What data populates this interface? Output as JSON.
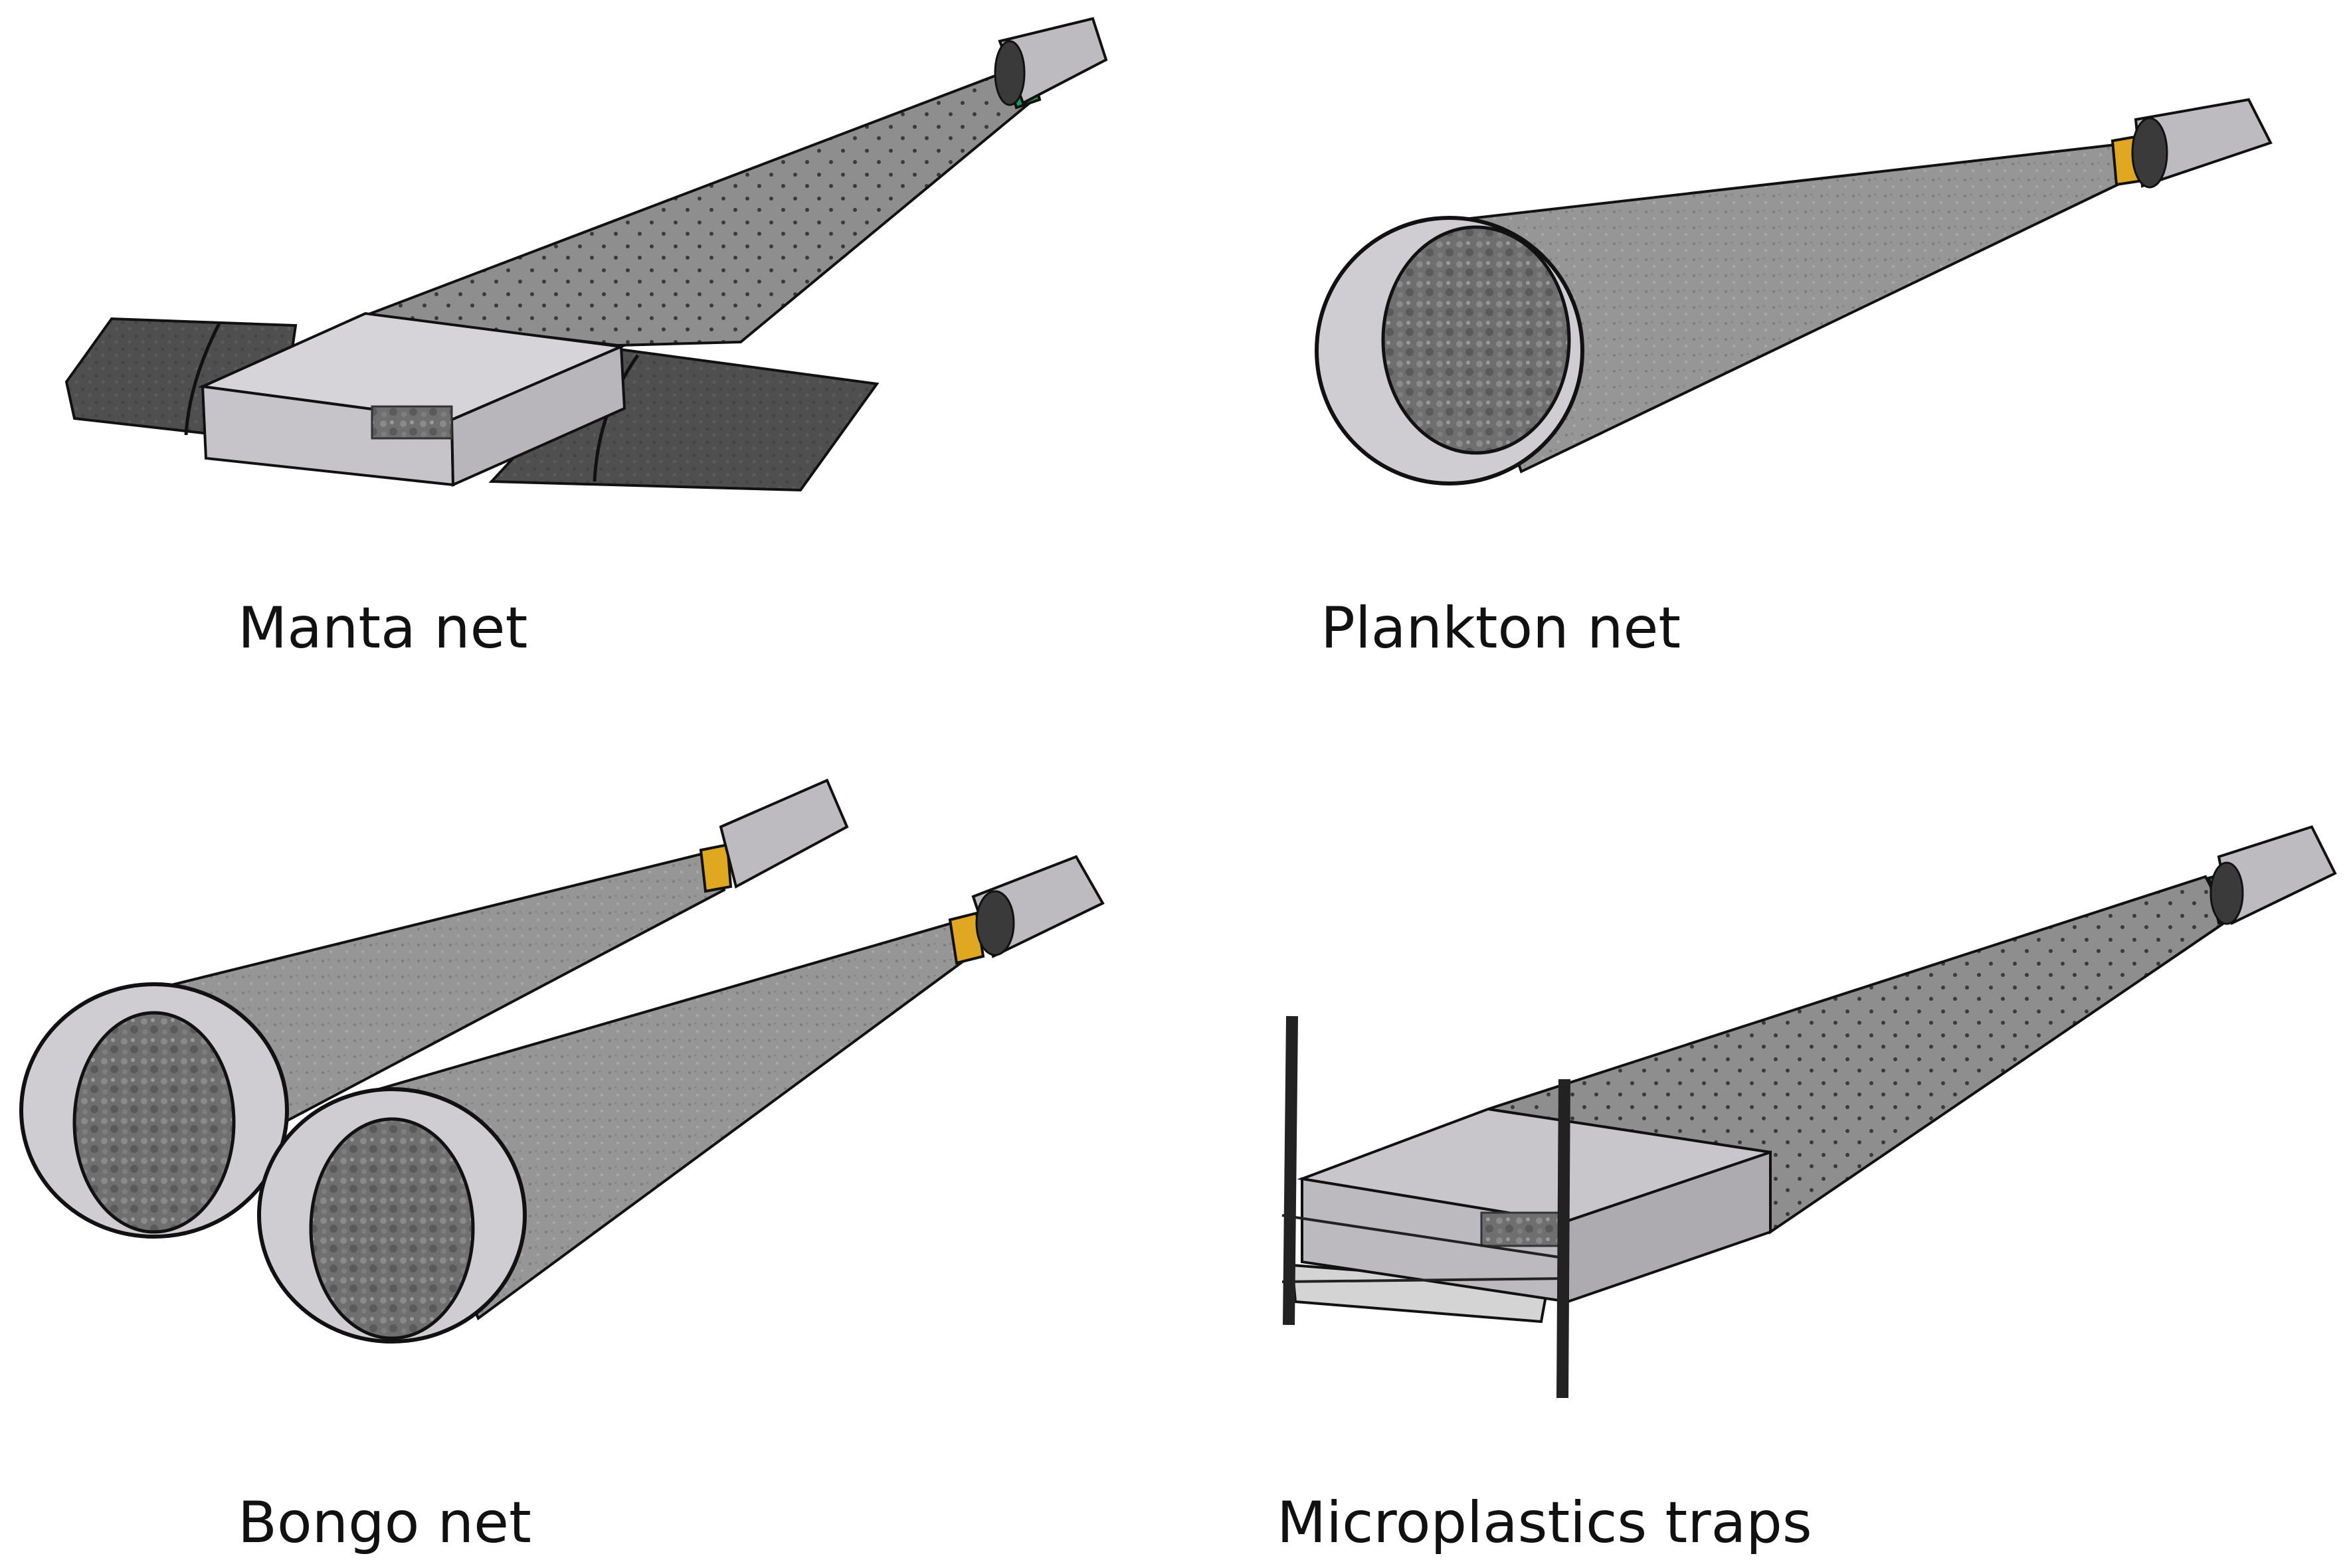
{
  "figure": {
    "panels": [
      {
        "id": "manta",
        "label": "Manta net"
      },
      {
        "id": "plankton",
        "label": "Plankton net"
      },
      {
        "id": "bongo",
        "label": "Bongo net"
      },
      {
        "id": "trap",
        "label": "Microplastics traps"
      }
    ]
  },
  "colors": {
    "mesh": "#8e8e8e",
    "frame": "#c9c7cb",
    "dark_wing": "#4e4e4e",
    "mouth_texture": "#6a6a6a",
    "outline": "#111111",
    "collar_green": "#1a9a5a",
    "collar_yellow": "#e0a820",
    "cod_end": "#bdbbbf"
  }
}
